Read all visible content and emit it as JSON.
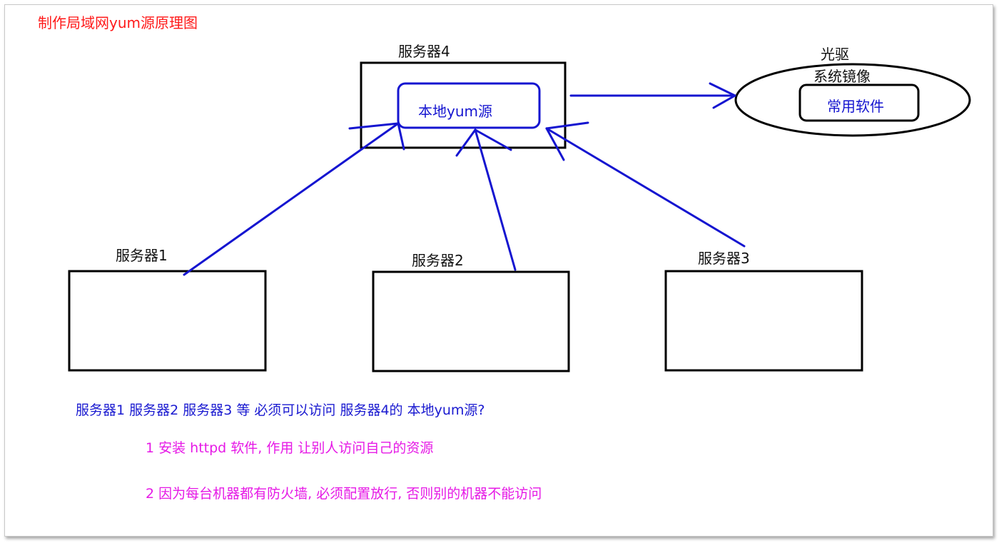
{
  "title": "制作局域网yum源原理图",
  "servers": {
    "server4": {
      "label": "服务器4",
      "inner_label": "本地yum源"
    },
    "server1": {
      "label": "服务器1"
    },
    "server2": {
      "label": "服务器2"
    },
    "server3": {
      "label": "服务器3"
    }
  },
  "cdrom": {
    "label_line1": "光驱",
    "label_line2": "系统镜像",
    "inner_label": "常用软件"
  },
  "notes": {
    "question": "服务器1 服务器2 服务器3 等 必须可以访问 服务器4的 本地yum源?",
    "step1": "1 安装 httpd 软件, 作用 让别人访问自己的资源",
    "step2": "2 因为每台机器都有防火墙, 必须配置放行, 否则别的机器不能访问"
  },
  "colors": {
    "title": "#ff1a1a",
    "arrows": "#1515d0",
    "box_border": "#000000",
    "question_text": "#1a1ad0",
    "step_text": "#e619e6"
  }
}
